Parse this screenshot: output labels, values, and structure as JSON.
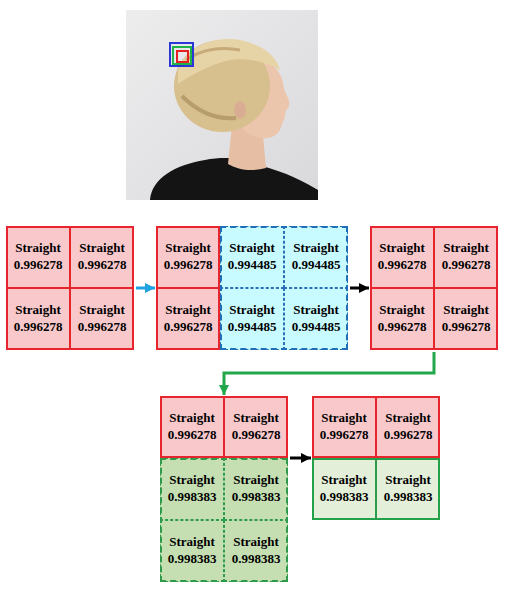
{
  "diagram": {
    "nodes": [
      {
        "text": []
      },
      {
        "text": [
          "Straight",
          "0.996278"
        ],
        "in": 0
      },
      {
        "text": [
          "Straight",
          "0.996278"
        ],
        "in": 0
      },
      {
        "text": [
          "Straight",
          "0.996278"
        ],
        "in": 0
      },
      {
        "text": [
          "Straight",
          "0.996278"
        ],
        "in": 0
      },
      {
        "text": []
      },
      {
        "text": [
          "Straight",
          "0.996278"
        ],
        "in": 5
      },
      {
        "text": [
          "Straight",
          "0.994485"
        ],
        "in": 5
      },
      {
        "text": [
          "Straight",
          "0.994485"
        ],
        "in": 5
      },
      {
        "text": [
          "Straight",
          "0.996278"
        ],
        "in": 5
      },
      {
        "text": [
          "Straight",
          "0.994485"
        ],
        "in": 5
      },
      {
        "text": [
          "Straight",
          "0.994485"
        ],
        "in": 5
      },
      {
        "text": []
      },
      {
        "text": [
          "Straight",
          "0.996278"
        ],
        "in": 12
      },
      {
        "text": [
          "Straight",
          "0.996278"
        ],
        "in": 12
      },
      {
        "text": [
          "Straight",
          "0.996278"
        ],
        "in": 12
      },
      {
        "text": [
          "Straight",
          "0.996278"
        ],
        "in": 12
      },
      {
        "text": []
      },
      {
        "text": [
          "Straight",
          "0.996278"
        ],
        "in": 17
      },
      {
        "text": [
          "Straight",
          "0.996278"
        ],
        "in": 17
      },
      {
        "text": [
          "Straight",
          "0.998383"
        ],
        "in": 17
      },
      {
        "text": [
          "Straight",
          "0.998383"
        ],
        "in": 17
      },
      {
        "text": [
          "Straight",
          "0.998383"
        ],
        "in": 17
      },
      {
        "text": [
          "Straight",
          "0.998383"
        ],
        "in": 17
      },
      {
        "text": []
      },
      {
        "text": [
          "Straight",
          "0.996278"
        ],
        "in": 24
      },
      {
        "text": [
          "Straight",
          "0.996278"
        ],
        "in": 24
      },
      {
        "text": [
          "Straight",
          "0.998383"
        ],
        "in": 24
      },
      {
        "text": [
          "Straight",
          "0.998383"
        ],
        "in": 24
      }
    ],
    "edges": [
      {
        "from": 0,
        "to": 5,
        "arrow": "to"
      },
      {
        "from": 5,
        "to": 12,
        "arrow": "to"
      },
      {
        "from": 12,
        "to": 17,
        "arrow": "to"
      },
      {
        "from": 17,
        "to": 24,
        "arrow": "to"
      }
    ]
  }
}
